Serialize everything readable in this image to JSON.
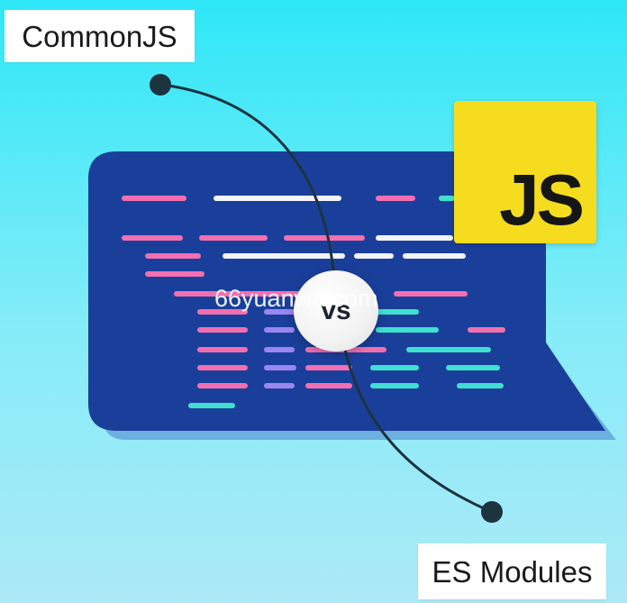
{
  "labels": {
    "commonjs": "CommonJS",
    "es_modules": "ES Modules"
  },
  "badges": {
    "js": "JS",
    "vs": "vs"
  },
  "watermark": "66yuanwa.com",
  "colors": {
    "background_top": "#2ee7f7",
    "background_bottom": "#ace9f7",
    "editor_panel": "#1a3f9b",
    "js_yellow": "#f5dc1f",
    "code_pink": "#f36fb0",
    "code_white": "#f2f4fa",
    "code_cyan": "#3fe0d0",
    "code_purple": "#9b86f0",
    "connector": "#1c3340"
  },
  "icons": {
    "editor": "code-editor-icon",
    "connector": "curved-connector-icon"
  }
}
